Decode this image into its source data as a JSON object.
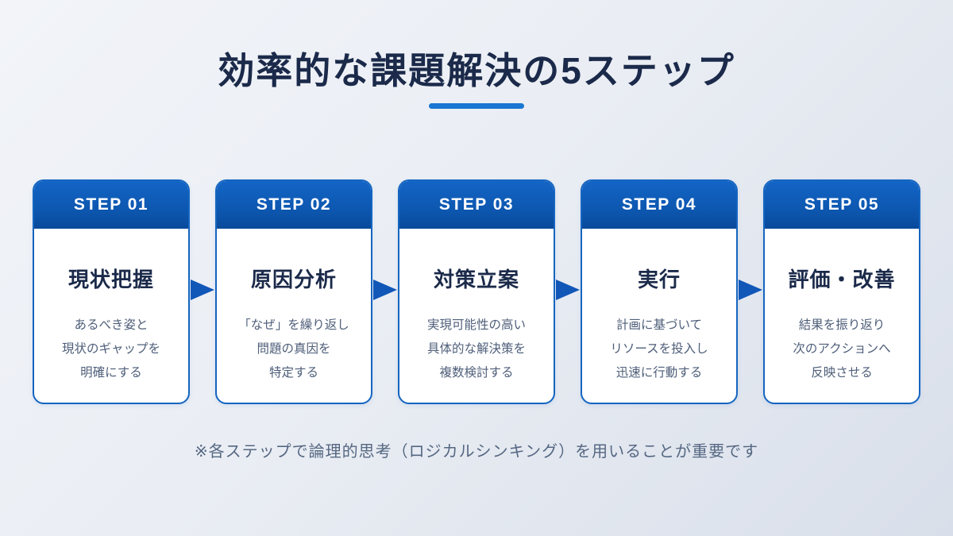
{
  "page": {
    "title": "効率的な課題解決の5ステップ",
    "footnote": "※各ステップで論理的思考（ロジカルシンキング）を用いることが重要です"
  },
  "icons": {
    "arrow_right": "triangle-right"
  },
  "colors": {
    "accent_blue": "#1565C0",
    "header_gradient_top": "#1365C6",
    "header_gradient_bottom": "#084A9B",
    "title_navy": "#1B2A4A",
    "description_gray": "#4E5E79",
    "underline_blue": "#1976D2",
    "background_light": "#F2F4F9",
    "background_dark": "#D9DFEA"
  },
  "steps": [
    {
      "label": "STEP 01",
      "title": "現状把握",
      "desc": [
        "あるべき姿と",
        "現状のギャップを",
        "明確にする"
      ]
    },
    {
      "label": "STEP 02",
      "title": "原因分析",
      "desc": [
        "「なぜ」を繰り返し",
        "問題の真因を",
        "特定する"
      ]
    },
    {
      "label": "STEP 03",
      "title": "対策立案",
      "desc": [
        "実現可能性の高い",
        "具体的な解決策を",
        "複数検討する"
      ]
    },
    {
      "label": "STEP 04",
      "title": "実行",
      "desc": [
        "計画に基づいて",
        "リソースを投入し",
        "迅速に行動する"
      ]
    },
    {
      "label": "STEP 05",
      "title": "評価・改善",
      "desc": [
        "結果を振り返り",
        "次のアクションへ",
        "反映させる"
      ]
    }
  ]
}
